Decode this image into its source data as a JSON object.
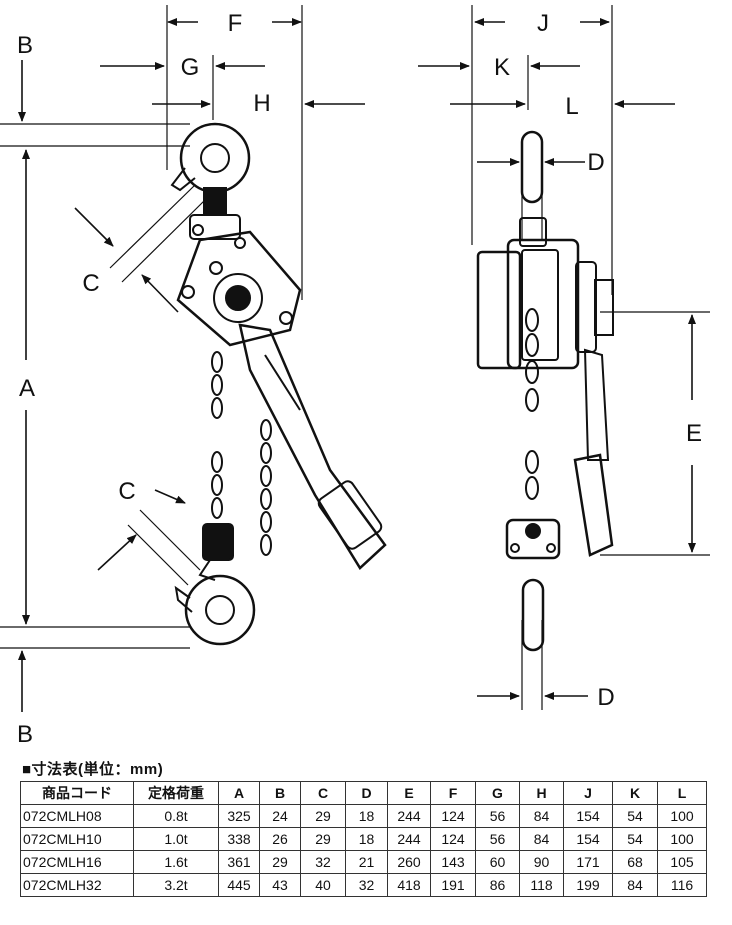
{
  "labels": {
    "A": "A",
    "B_top": "B",
    "B_bottom": "B",
    "C_top": "C",
    "C_bottom": "C",
    "D_top": "D",
    "D_bottom": "D",
    "E": "E",
    "F": "F",
    "G": "G",
    "H": "H",
    "J": "J",
    "K": "K",
    "L": "L"
  },
  "table_title": "■寸法表(単位：mm)",
  "table": {
    "headers": [
      "商品コード",
      "定格荷重",
      "A",
      "B",
      "C",
      "D",
      "E",
      "F",
      "G",
      "H",
      "J",
      "K",
      "L"
    ],
    "rows": [
      [
        "072CMLH08",
        "0.8t",
        "325",
        "24",
        "29",
        "18",
        "244",
        "124",
        "56",
        "84",
        "154",
        "54",
        "100"
      ],
      [
        "072CMLH10",
        "1.0t",
        "338",
        "26",
        "29",
        "18",
        "244",
        "124",
        "56",
        "84",
        "154",
        "54",
        "100"
      ],
      [
        "072CMLH16",
        "1.6t",
        "361",
        "29",
        "32",
        "21",
        "260",
        "143",
        "60",
        "90",
        "171",
        "68",
        "105"
      ],
      [
        "072CMLH32",
        "3.2t",
        "445",
        "43",
        "40",
        "32",
        "418",
        "191",
        "86",
        "118",
        "199",
        "84",
        "116"
      ]
    ]
  }
}
